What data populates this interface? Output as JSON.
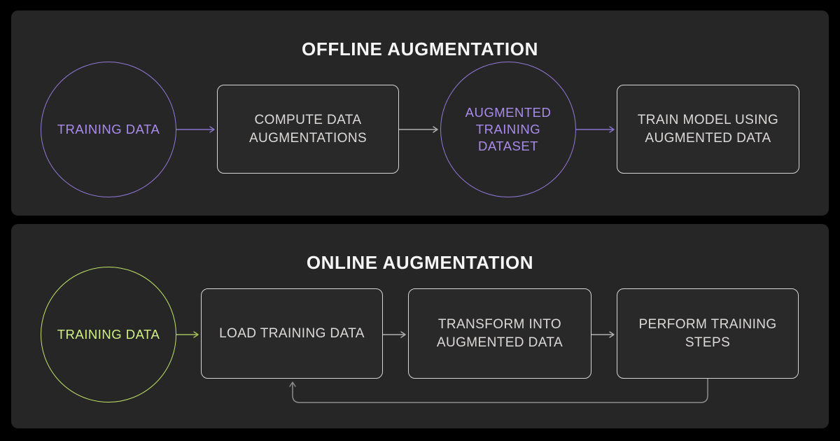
{
  "diagram": {
    "panels": [
      {
        "title": "OFFLINE AUGMENTATION",
        "nodes": [
          {
            "shape": "circle",
            "accent": "purple",
            "lines": [
              "TRAINING DATA"
            ]
          },
          {
            "shape": "box",
            "lines": [
              "COMPUTE DATA",
              "AUGMENTATIONS"
            ]
          },
          {
            "shape": "circle",
            "accent": "purple",
            "lines": [
              "AUGMENTED",
              "TRAINING",
              "DATASET"
            ]
          },
          {
            "shape": "box",
            "lines": [
              "TRAIN MODEL USING",
              "AUGMENTED DATA"
            ]
          }
        ]
      },
      {
        "title": "ONLINE AUGMENTATION",
        "nodes": [
          {
            "shape": "circle",
            "accent": "green",
            "lines": [
              "TRAINING DATA"
            ]
          },
          {
            "shape": "box",
            "lines": [
              "LOAD TRAINING DATA"
            ]
          },
          {
            "shape": "box",
            "lines": [
              "TRANSFORM INTO",
              "AUGMENTED DATA"
            ]
          },
          {
            "shape": "box",
            "lines": [
              "PERFORM TRAINING",
              "STEPS"
            ]
          }
        ],
        "feedback_loop": "PERFORM TRAINING STEPS loops back to LOAD TRAINING DATA"
      }
    ]
  },
  "colors": {
    "background": "#000000",
    "panel": "#272627",
    "box_fill": "#2a292a",
    "box_border": "#d6d4d4",
    "box_text": "#dcdad8",
    "title_text": "#f6f6f6",
    "purple_text": "#a88bea",
    "purple_stroke": "#9377d8",
    "purple_arrow": "#8672c8",
    "green_text": "#cff083",
    "green_stroke": "#bfe468",
    "green_arrow": "#a2bf58",
    "gray_arrow": "#b0afaf",
    "loop_arrow": "#8d8d8d"
  }
}
